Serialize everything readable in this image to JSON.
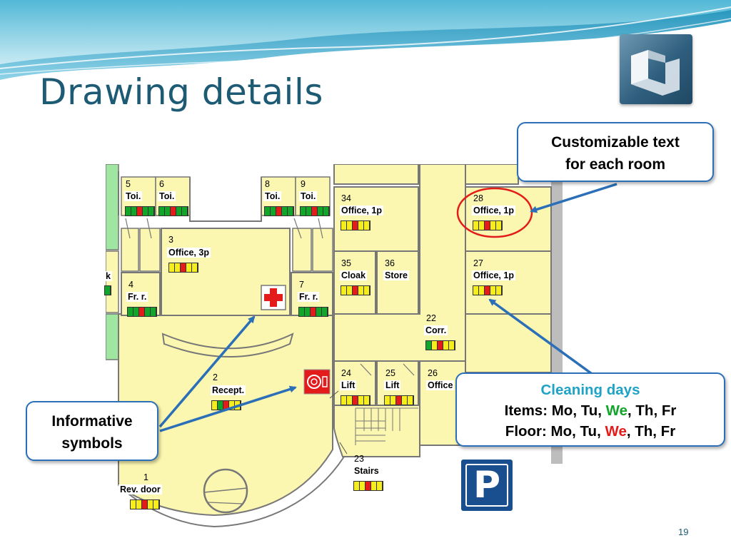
{
  "slide": {
    "title": "Drawing details",
    "page_number": "19"
  },
  "callouts": {
    "custom_text": [
      "Customizable text",
      "for each room"
    ],
    "symbols": [
      "Informative",
      "symbols"
    ],
    "cleaning": {
      "heading": "Cleaning days",
      "items_prefix": "Items: Mo, Tu, ",
      "items_highlight": "We",
      "items_suffix": ", Th, Fr",
      "floor_prefix": "Floor: Mo, Tu, ",
      "floor_highlight": "We",
      "floor_suffix": ", Th, Fr"
    }
  },
  "rooms": [
    {
      "id": "r5",
      "number": "5",
      "name": "Toi.",
      "cleaning": [
        "g",
        "g",
        "r",
        "g",
        "g"
      ]
    },
    {
      "id": "r6",
      "number": "6",
      "name": "Toi.",
      "cleaning": [
        "g",
        "g",
        "r",
        "g",
        "g"
      ]
    },
    {
      "id": "r8",
      "number": "8",
      "name": "Toi.",
      "cleaning": [
        "g",
        "g",
        "r",
        "g",
        "g"
      ]
    },
    {
      "id": "r9",
      "number": "9",
      "name": "Toi.",
      "cleaning": [
        "g",
        "g",
        "r",
        "g",
        "g"
      ]
    },
    {
      "id": "r34",
      "number": "34",
      "name": "Office, 1p",
      "cleaning": [
        "y",
        "y",
        "r",
        "y",
        "y"
      ]
    },
    {
      "id": "r28",
      "number": "28",
      "name": "Office, 1p",
      "cleaning": [
        "y",
        "y",
        "r",
        "y",
        "y"
      ]
    },
    {
      "id": "r3",
      "number": "3",
      "name": "Office, 3p",
      "cleaning": [
        "y",
        "y",
        "r",
        "y",
        "y"
      ]
    },
    {
      "id": "rk",
      "number": "",
      "name": "k",
      "cleaning": [
        "g"
      ]
    },
    {
      "id": "r4",
      "number": "4",
      "name": "Fr. r.",
      "cleaning": [
        "g",
        "g",
        "r",
        "g",
        "g"
      ]
    },
    {
      "id": "r7",
      "number": "7",
      "name": "Fr. r.",
      "cleaning": [
        "g",
        "g",
        "r",
        "g",
        "g"
      ]
    },
    {
      "id": "r35",
      "number": "35",
      "name": "Cloak",
      "cleaning": [
        "y",
        "y",
        "r",
        "y",
        "y"
      ]
    },
    {
      "id": "r36",
      "number": "36",
      "name": "Store",
      "cleaning": []
    },
    {
      "id": "r27",
      "number": "27",
      "name": "Office, 1p",
      "cleaning": [
        "y",
        "y",
        "r",
        "y",
        "y"
      ]
    },
    {
      "id": "r22",
      "number": "22",
      "name": "Corr.",
      "cleaning": [
        "g",
        "y",
        "r",
        "y",
        "y"
      ]
    },
    {
      "id": "r24",
      "number": "24",
      "name": "Lift",
      "cleaning": [
        "y",
        "y",
        "r",
        "y",
        "y"
      ]
    },
    {
      "id": "r25",
      "number": "25",
      "name": "Lift",
      "cleaning": [
        "y",
        "y",
        "r",
        "y",
        "y"
      ]
    },
    {
      "id": "r26",
      "number": "26",
      "name": "Office",
      "cleaning": []
    },
    {
      "id": "r2",
      "number": "2",
      "name": "Recept.",
      "cleaning": [
        "y",
        "g",
        "r",
        "y",
        "y"
      ]
    },
    {
      "id": "r23",
      "number": "23",
      "name": "Stairs",
      "cleaning": [
        "y",
        "y",
        "r",
        "y",
        "y"
      ]
    },
    {
      "id": "r1",
      "number": "1",
      "name": "Rev. door",
      "cleaning": [
        "y",
        "y",
        "r",
        "y",
        "y"
      ]
    }
  ],
  "symbols": {
    "first_aid": "first-aid-icon",
    "fire_hose": "fire-hose-icon",
    "parking": "P"
  },
  "colors": {
    "room_fill": "#fbf6b0",
    "wall": "#777777",
    "green_room": "#9fe6a0",
    "cleaning_green": "#11a52a",
    "cleaning_yellow": "#f5ee1c",
    "cleaning_red": "#e41b1b",
    "callout_border": "#2a6fb7",
    "arrow": "#2a6fb7",
    "highlight_ring": "#e41b1b",
    "title": "#1d5a74"
  }
}
